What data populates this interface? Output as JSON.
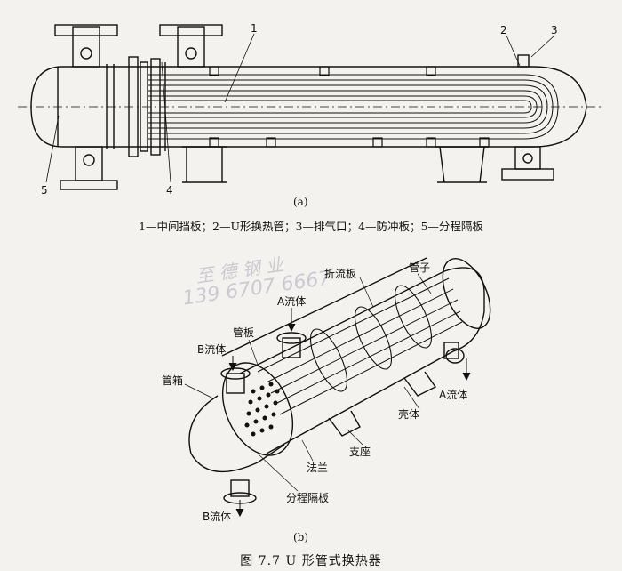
{
  "diagram_a": {
    "numbers": [
      "1",
      "2",
      "3",
      "4",
      "5"
    ],
    "caption": "(a)"
  },
  "legend": "1—中间挡板；2—U形换热管；3—排气口；4—防冲板；5—分程隔板",
  "diagram_b": {
    "caption": "(b)",
    "labels": {
      "tube": "管子",
      "baffle": "折流板",
      "fluid_a_in": "A流体",
      "tube_sheet": "管板",
      "fluid_b_in": "B流体",
      "channel": "管箱",
      "fluid_a_out": "A流体",
      "shell": "壳体",
      "support": "支座",
      "flange": "法兰",
      "partition": "分程隔板",
      "fluid_b_out": "B流体"
    }
  },
  "watermark": {
    "line1": "至 德 钢 业",
    "line2": "139 6707 6667"
  },
  "figure_caption": "图 7.7    U 形管式换热器",
  "colors": {
    "ink": "#111111",
    "paper": "#f3f2ee",
    "watermark": "#aaaabe"
  }
}
